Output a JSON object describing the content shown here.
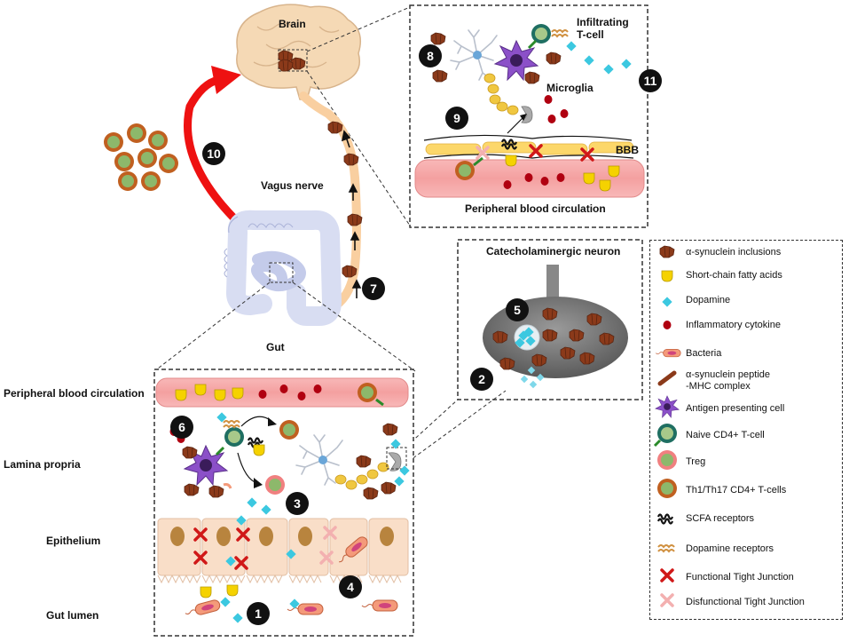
{
  "labels": {
    "brain": "Brain",
    "vagus_nerve": "Vagus nerve",
    "gut": "Gut",
    "infiltrating_tcell": "Infiltrating\nT-cell",
    "microglia": "Microglia",
    "bbb": "BBB",
    "peripheral_blood_top": "Peripheral blood circulation",
    "catecholaminergic_neuron": "Catecholaminergic neuron",
    "peripheral_blood_gut": "Peripheral blood circulation",
    "lamina_propria": "Lamina propria",
    "epithelium": "Epithelium",
    "gut_lumen": "Gut lumen"
  },
  "steps": [
    "1",
    "2",
    "3",
    "4",
    "5",
    "6",
    "7",
    "8",
    "9",
    "10",
    "11"
  ],
  "legend": [
    {
      "icon": "alpha-synuclein-inclusion-icon",
      "text": "α-synuclein inclusions"
    },
    {
      "icon": "scfa-icon",
      "text": "Short-chain fatty acids"
    },
    {
      "icon": "dopamine-icon",
      "text": "Dopamine"
    },
    {
      "icon": "inflammatory-cytokine-icon",
      "text": "Inflammatory cytokine"
    },
    {
      "icon": "bacteria-icon",
      "text": "Bacteria"
    },
    {
      "icon": "peptide-mhc-icon",
      "text": "α-synuclein peptide\n-MHC complex"
    },
    {
      "icon": "antigen-presenting-cell-icon",
      "text": "Antigen presenting cell"
    },
    {
      "icon": "naive-cd4-tcell-icon",
      "text": "Naive CD4+ T-cell"
    },
    {
      "icon": "treg-icon",
      "text": "Treg"
    },
    {
      "icon": "th1-th17-icon",
      "text": "Th1/Th17 CD4+ T-cells"
    },
    {
      "icon": "scfa-receptor-icon",
      "text": "SCFA receptors"
    },
    {
      "icon": "dopamine-receptor-icon",
      "text": "Dopamine receptors"
    },
    {
      "icon": "functional-tight-junction-icon",
      "text": "Functional Tight Junction"
    },
    {
      "icon": "dysfunctional-tight-junction-icon",
      "text": "Disfunctional Tight Junction"
    }
  ],
  "colors": {
    "synuclein": "#8B3A1A",
    "scfa": "#F5D200",
    "dopamine": "#3CC8E0",
    "cytokine": "#B00010",
    "blood_vessel": "#F7A7A7",
    "brain": "#F5D9B5",
    "nerve": "#F9CFA0",
    "intestine": "#D8DDF2",
    "apc": "#8B50C8",
    "tcell_core": "#8DB86B",
    "tcell_ring": "#C06020",
    "treg_ring": "#F08080",
    "arrow_red": "#EE1111"
  }
}
